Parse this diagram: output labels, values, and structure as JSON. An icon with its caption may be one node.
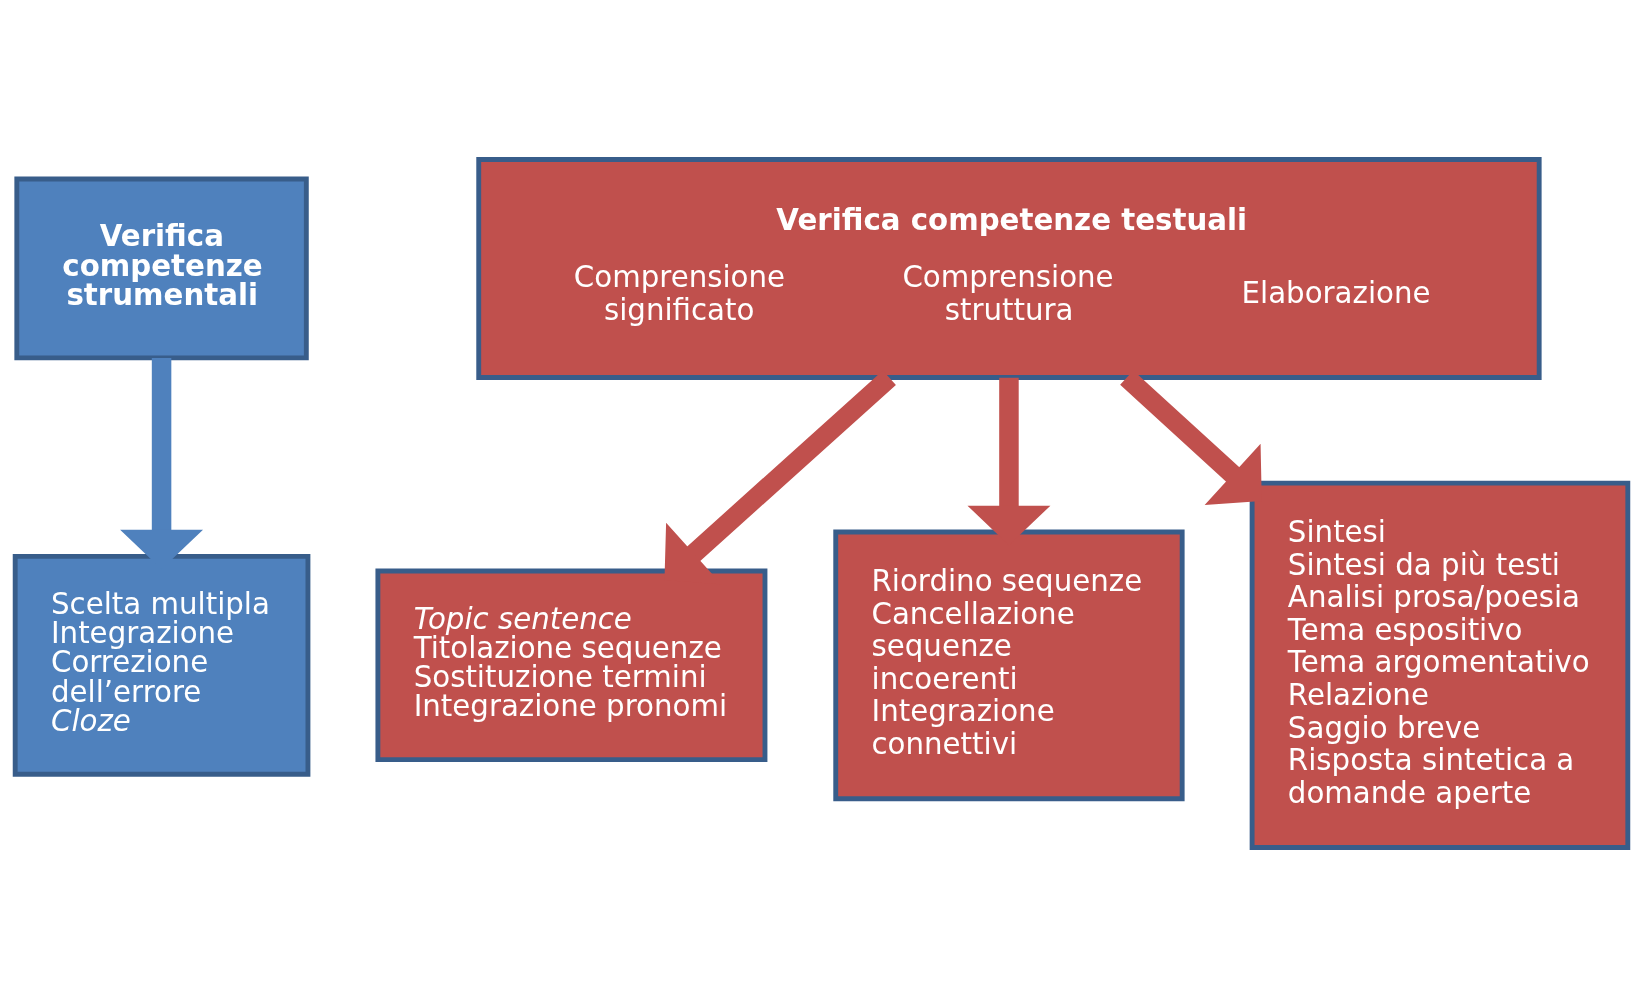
{
  "diagram": {
    "nodes": [
      {
        "text": [
          "Verifica competenze strumentali"
        ]
      },
      {
        "text": [
          "Scelta multipla",
          "Integrazione",
          "Correzione dell’errore",
          "*Cloze*"
        ]
      },
      {
        "text": [
          "Verifica competenze testuali",
          "Comprensione significato",
          "Comprensione struttura",
          "Elaborazione"
        ]
      },
      {
        "text": [
          "*Topic sentence*",
          "Titolazione sequenze",
          "Sostituzione termini",
          "Integrazione pronomi"
        ]
      },
      {
        "text": [
          "Riordino sequenze",
          "Cancellazione sequenze incoerenti",
          "Integrazione connettivi"
        ]
      },
      {
        "text": [
          "Sintesi",
          "Sintesi da più testi",
          "Analisi prosa/poesia",
          "Tema espositivo",
          "Tema argomentativo",
          "Relazione",
          "Saggio breve",
          "Risposta sintetica a domande aperte"
        ]
      }
    ],
    "edges": [
      {
        "from": 0,
        "to": 1,
        "arrow": "to",
        "color": "#4f81bd"
      },
      {
        "from": 2,
        "to": 3,
        "arrow": "to"
      },
      {
        "from": 2,
        "to": 4,
        "arrow": "to"
      },
      {
        "from": 2,
        "to": 5,
        "arrow": "to"
      }
    ]
  }
}
